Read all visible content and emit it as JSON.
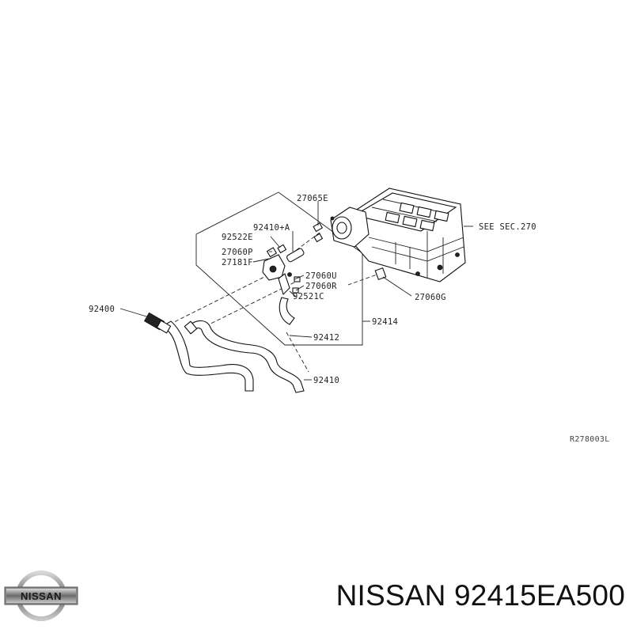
{
  "diagram": {
    "labels": {
      "l_27065E": "27065E",
      "l_92410A": "92410+A",
      "l_92522E": "92522E",
      "l_27060P": "27060P",
      "l_27181F": "27181F",
      "l_seesec": "SEE SEC.270",
      "l_27060U": "27060U",
      "l_27060R": "27060R",
      "l_92521C": "92521C",
      "l_27060G": "27060G",
      "l_92400": "92400",
      "l_92414": "92414",
      "l_92412": "92412",
      "l_92410": "92410"
    },
    "reference_code": "R278003L"
  },
  "brand": {
    "logo_text": "NISSAN",
    "part_number": "NISSAN 92415EA500"
  }
}
